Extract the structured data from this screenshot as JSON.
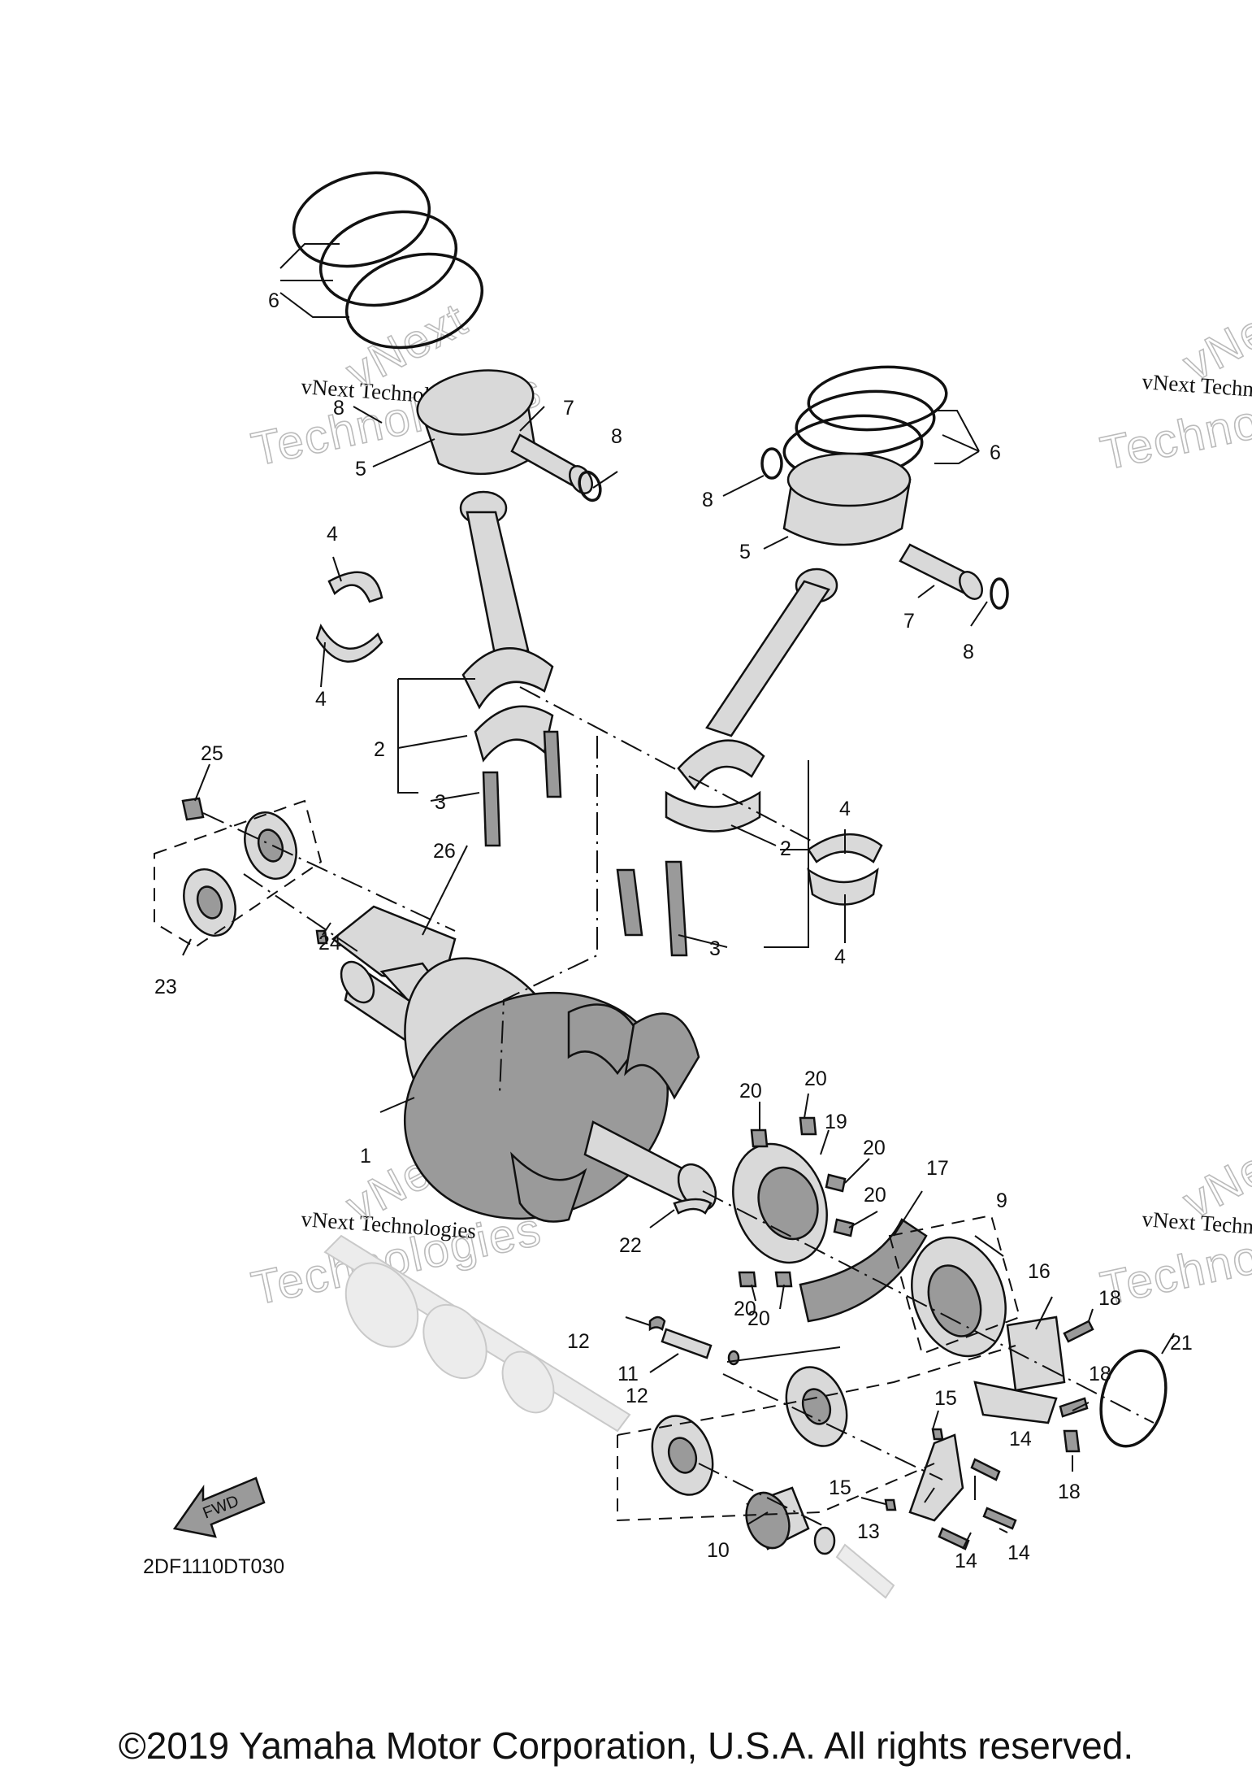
{
  "diagram_code": "2DF1110DT030",
  "copyright": "©2019 Yamaha Motor Corporation, U.S.A. All rights reserved.",
  "watermark": {
    "line1": "vNext Technologies",
    "line2": "Technologies",
    "stamp": "vNext"
  },
  "fwd_label": "FWD",
  "callouts": {
    "c1": "1",
    "c2a": "2",
    "c2b": "2",
    "c3a": "3",
    "c3b": "3",
    "c4a": "4",
    "c4b": "4",
    "c4c": "4",
    "c4d": "4",
    "c5a": "5",
    "c5b": "5",
    "c6a": "6",
    "c6b": "6",
    "c7a": "7",
    "c7b": "7",
    "c8a": "8",
    "c8b": "8",
    "c8c": "8",
    "c8d": "8",
    "c9": "9",
    "c10": "10",
    "c11": "11",
    "c12a": "12",
    "c12b": "12",
    "c13": "13",
    "c14a": "14",
    "c14b": "14",
    "c14c": "14",
    "c15a": "15",
    "c15b": "15",
    "c16": "16",
    "c17": "17",
    "c18a": "18",
    "c18b": "18",
    "c18c": "18",
    "c19": "19",
    "c20a": "20",
    "c20b": "20",
    "c20c": "20",
    "c20d": "20",
    "c20e": "20",
    "c20f": "20",
    "c21": "21",
    "c22": "22",
    "c23": "23",
    "c24": "24",
    "c25": "25",
    "c26": "26"
  }
}
